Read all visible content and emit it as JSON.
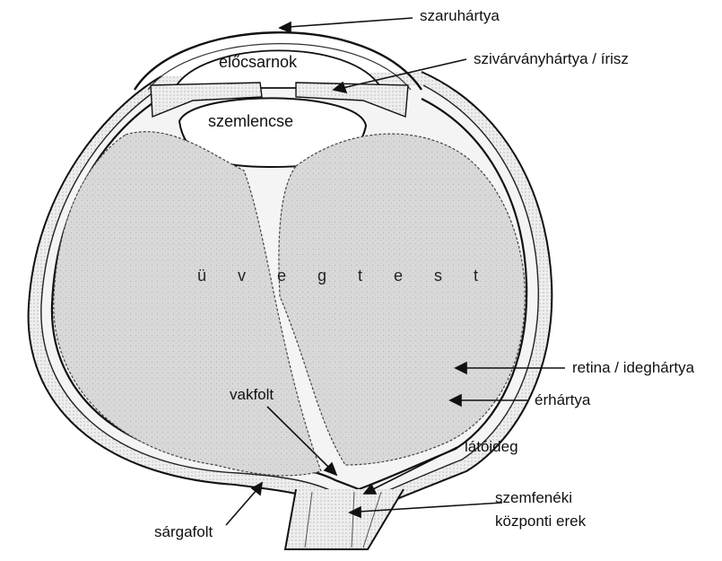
{
  "labels": {
    "cornea": "szaruhártya",
    "iris": "szivárványhártya / írisz",
    "anterior_chamber": "előcsarnok",
    "lens": "szemlencse",
    "vitreous": "ü v e g t e s t",
    "retina": "retina / ideghártya",
    "choroid": "érhártya",
    "blind_spot": "vakfolt",
    "optic_nerve": "látóideg",
    "central_vessels_line1": "szemfenéki",
    "central_vessels_line2": "központi erek",
    "macula": "sárgafolt"
  },
  "colors": {
    "ink": "#111111",
    "vitreous_fill": "#dcdcdc",
    "tissue": "#ececec"
  }
}
